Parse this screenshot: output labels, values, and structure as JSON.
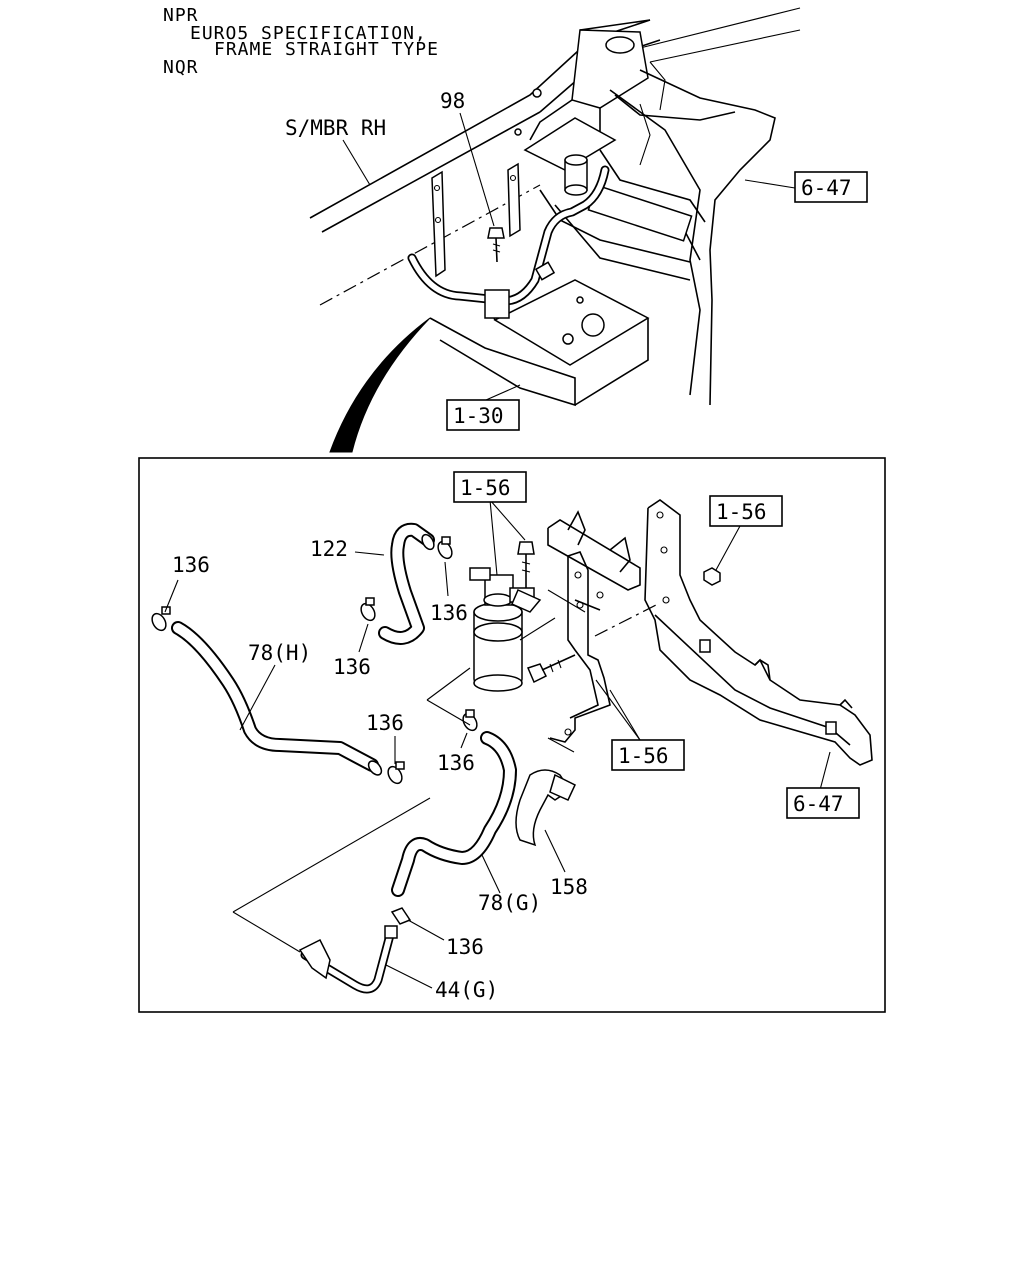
{
  "header": {
    "line1": "NPR",
    "line2": "EURO5 SPECIFICATION,",
    "line3": "FRAME STRAIGHT TYPE",
    "line4": "NQR"
  },
  "top_view": {
    "label_frame": "S/MBR RH",
    "label_98": "98",
    "ref_6_47": "6-47",
    "ref_1_30": "1-30"
  },
  "detail_view": {
    "label_122": "122",
    "label_136_a": "136",
    "label_136_b": "136",
    "label_136_c": "136",
    "label_136_d": "136",
    "label_136_e": "136",
    "label_136_f": "136",
    "label_78h": "78(H)",
    "label_78g": "78(G)",
    "label_44g": "44(G)",
    "label_158": "158",
    "ref_1_56_a": "1-56",
    "ref_1_56_b": "1-56",
    "ref_1_56_c": "1-56",
    "ref_6_47": "6-47"
  }
}
